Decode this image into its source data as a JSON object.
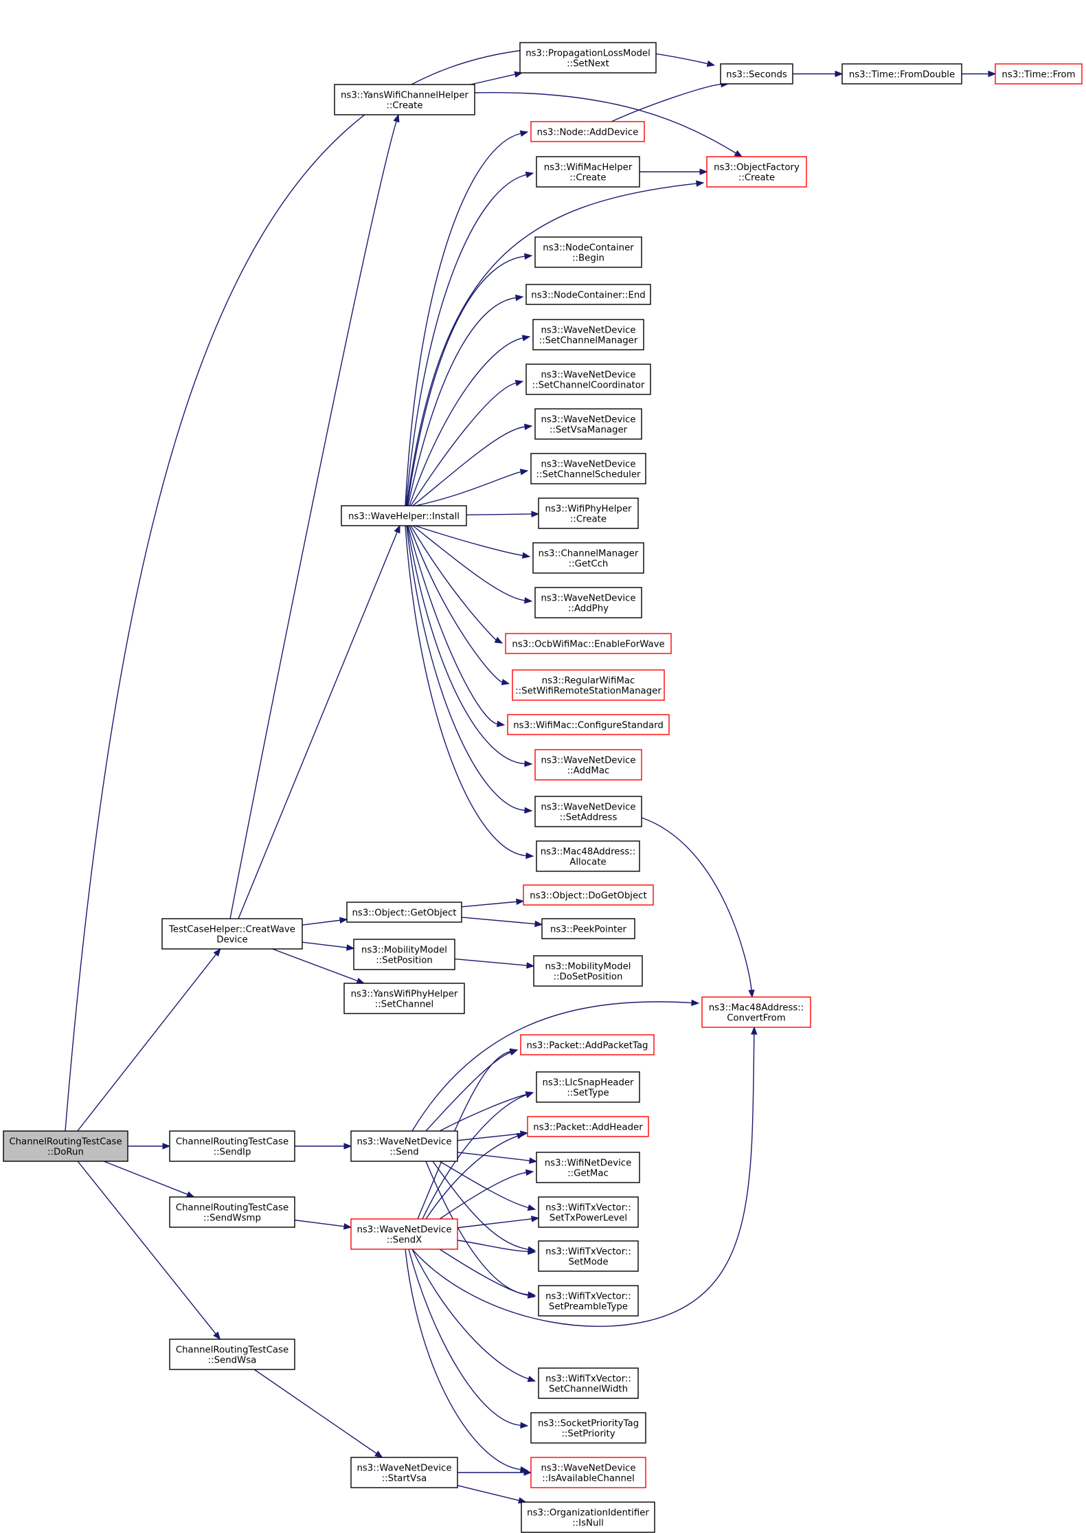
{
  "colors": {
    "edge": "#191970",
    "border_default": "#000000",
    "border_truncated": "#ff0000",
    "fill_default": "#ffffff",
    "fill_root": "#bfbfbf"
  },
  "nodes": [
    {
      "id": "n0",
      "lines": [
        "ChannelRoutingTestCase",
        "::DoRun"
      ],
      "style": "root"
    },
    {
      "id": "n1",
      "lines": [
        "ns3::Seconds"
      ],
      "style": "default"
    },
    {
      "id": "n2",
      "lines": [
        "TestCaseHelper::CreatWave",
        "Device"
      ],
      "style": "default"
    },
    {
      "id": "n3",
      "lines": [
        "ChannelRoutingTestCase",
        "::SendIp"
      ],
      "style": "default"
    },
    {
      "id": "n4",
      "lines": [
        "ChannelRoutingTestCase",
        "::SendWsmp"
      ],
      "style": "default"
    },
    {
      "id": "n5",
      "lines": [
        "ChannelRoutingTestCase",
        "::SendWsa"
      ],
      "style": "default"
    },
    {
      "id": "n6",
      "lines": [
        "ns3::Time::FromDouble"
      ],
      "style": "default"
    },
    {
      "id": "n7",
      "lines": [
        "ns3::Time::From"
      ],
      "style": "truncated"
    },
    {
      "id": "n8",
      "lines": [
        "ns3::YansWifiChannelHelper",
        "::Create"
      ],
      "style": "default"
    },
    {
      "id": "n9",
      "lines": [
        "ns3::WaveHelper::Install"
      ],
      "style": "default"
    },
    {
      "id": "n10",
      "lines": [
        "ns3::Object::GetObject"
      ],
      "style": "default"
    },
    {
      "id": "n11",
      "lines": [
        "ns3::MobilityModel",
        "::SetPosition"
      ],
      "style": "default"
    },
    {
      "id": "n12",
      "lines": [
        "ns3::YansWifiPhyHelper",
        "::SetChannel"
      ],
      "style": "default"
    },
    {
      "id": "n13",
      "lines": [
        "ns3::PropagationLossModel",
        "::SetNext"
      ],
      "style": "default"
    },
    {
      "id": "n14",
      "lines": [
        "ns3::ObjectFactory",
        "::Create"
      ],
      "style": "truncated"
    },
    {
      "id": "n15",
      "lines": [
        "ns3::Node::AddDevice"
      ],
      "style": "truncated"
    },
    {
      "id": "n16",
      "lines": [
        "ns3::WifiMacHelper",
        "::Create"
      ],
      "style": "default"
    },
    {
      "id": "n17",
      "lines": [
        "ns3::NodeContainer",
        "::Begin"
      ],
      "style": "default"
    },
    {
      "id": "n18",
      "lines": [
        "ns3::NodeContainer::End"
      ],
      "style": "default"
    },
    {
      "id": "n19",
      "lines": [
        "ns3::WaveNetDevice",
        "::SetChannelManager"
      ],
      "style": "default"
    },
    {
      "id": "n20",
      "lines": [
        "ns3::WaveNetDevice",
        "::SetChannelCoordinator"
      ],
      "style": "default"
    },
    {
      "id": "n21",
      "lines": [
        "ns3::WaveNetDevice",
        "::SetVsaManager"
      ],
      "style": "default"
    },
    {
      "id": "n22",
      "lines": [
        "ns3::WaveNetDevice",
        "::SetChannelScheduler"
      ],
      "style": "default"
    },
    {
      "id": "n23",
      "lines": [
        "ns3::WifiPhyHelper",
        "::Create"
      ],
      "style": "default"
    },
    {
      "id": "n24",
      "lines": [
        "ns3::ChannelManager",
        "::GetCch"
      ],
      "style": "default"
    },
    {
      "id": "n25",
      "lines": [
        "ns3::WaveNetDevice",
        "::AddPhy"
      ],
      "style": "default"
    },
    {
      "id": "n26",
      "lines": [
        "ns3::OcbWifiMac::EnableForWave"
      ],
      "style": "truncated"
    },
    {
      "id": "n27",
      "lines": [
        "ns3::RegularWifiMac",
        "::SetWifiRemoteStationManager"
      ],
      "style": "truncated"
    },
    {
      "id": "n28",
      "lines": [
        "ns3::WifiMac::ConfigureStandard"
      ],
      "style": "truncated"
    },
    {
      "id": "n29",
      "lines": [
        "ns3::WaveNetDevice",
        "::AddMac"
      ],
      "style": "truncated"
    },
    {
      "id": "n30",
      "lines": [
        "ns3::WaveNetDevice",
        "::SetAddress"
      ],
      "style": "default"
    },
    {
      "id": "n31",
      "lines": [
        "ns3::Mac48Address::",
        "Allocate"
      ],
      "style": "default"
    },
    {
      "id": "n32",
      "lines": [
        "ns3::Mac48Address::",
        "ConvertFrom"
      ],
      "style": "truncated"
    },
    {
      "id": "n33",
      "lines": [
        "ns3::Object::DoGetObject"
      ],
      "style": "truncated"
    },
    {
      "id": "n34",
      "lines": [
        "ns3::PeekPointer"
      ],
      "style": "default"
    },
    {
      "id": "n35",
      "lines": [
        "ns3::MobilityModel",
        "::DoSetPosition"
      ],
      "style": "default"
    },
    {
      "id": "n36",
      "lines": [
        "ns3::WaveNetDevice",
        "::Send"
      ],
      "style": "default"
    },
    {
      "id": "n37",
      "lines": [
        "ns3::Packet::AddPacketTag"
      ],
      "style": "truncated"
    },
    {
      "id": "n38",
      "lines": [
        "ns3::LlcSnapHeader",
        "::SetType"
      ],
      "style": "default"
    },
    {
      "id": "n39",
      "lines": [
        "ns3::Packet::AddHeader"
      ],
      "style": "truncated"
    },
    {
      "id": "n40",
      "lines": [
        "ns3::WifiNetDevice",
        "::GetMac"
      ],
      "style": "default"
    },
    {
      "id": "n41",
      "lines": [
        "ns3::WifiTxVector::",
        "SetTxPowerLevel"
      ],
      "style": "default"
    },
    {
      "id": "n42",
      "lines": [
        "ns3::WaveNetDevice",
        "::SendX"
      ],
      "style": "truncated"
    },
    {
      "id": "n43",
      "lines": [
        "ns3::WifiTxVector::",
        "SetMode"
      ],
      "style": "default"
    },
    {
      "id": "n44",
      "lines": [
        "ns3::WifiTxVector::",
        "SetPreambleType"
      ],
      "style": "default"
    },
    {
      "id": "n45",
      "lines": [
        "ns3::WifiTxVector::",
        "SetChannelWidth"
      ],
      "style": "default"
    },
    {
      "id": "n46",
      "lines": [
        "ns3::SocketPriorityTag",
        "::SetPriority"
      ],
      "style": "default"
    },
    {
      "id": "n47",
      "lines": [
        "ns3::WaveNetDevice",
        "::IsAvailableChannel"
      ],
      "style": "truncated"
    },
    {
      "id": "n48",
      "lines": [
        "ns3::WaveNetDevice",
        "::StartVsa"
      ],
      "style": "default"
    },
    {
      "id": "n49",
      "lines": [
        "ns3::OrganizationIdentifier",
        "::IsNull"
      ],
      "style": "default"
    }
  ],
  "edges": [
    {
      "from": "n0",
      "to": "n1"
    },
    {
      "from": "n0",
      "to": "n2"
    },
    {
      "from": "n0",
      "to": "n3"
    },
    {
      "from": "n0",
      "to": "n4"
    },
    {
      "from": "n0",
      "to": "n5"
    },
    {
      "from": "n1",
      "to": "n6"
    },
    {
      "from": "n6",
      "to": "n7"
    },
    {
      "from": "n2",
      "to": "n8"
    },
    {
      "from": "n2",
      "to": "n9"
    },
    {
      "from": "n2",
      "to": "n10"
    },
    {
      "from": "n2",
      "to": "n11"
    },
    {
      "from": "n2",
      "to": "n12"
    },
    {
      "from": "n8",
      "to": "n13"
    },
    {
      "from": "n8",
      "to": "n14"
    },
    {
      "from": "n9",
      "to": "n15"
    },
    {
      "from": "n9",
      "to": "n16"
    },
    {
      "from": "n9",
      "to": "n14"
    },
    {
      "from": "n9",
      "to": "n17"
    },
    {
      "from": "n9",
      "to": "n18"
    },
    {
      "from": "n9",
      "to": "n19"
    },
    {
      "from": "n9",
      "to": "n20"
    },
    {
      "from": "n9",
      "to": "n21"
    },
    {
      "from": "n9",
      "to": "n22"
    },
    {
      "from": "n9",
      "to": "n23"
    },
    {
      "from": "n9",
      "to": "n24"
    },
    {
      "from": "n9",
      "to": "n25"
    },
    {
      "from": "n9",
      "to": "n26"
    },
    {
      "from": "n9",
      "to": "n27"
    },
    {
      "from": "n9",
      "to": "n28"
    },
    {
      "from": "n9",
      "to": "n29"
    },
    {
      "from": "n9",
      "to": "n30"
    },
    {
      "from": "n9",
      "to": "n31"
    },
    {
      "from": "n15",
      "to": "n1"
    },
    {
      "from": "n16",
      "to": "n14"
    },
    {
      "from": "n30",
      "to": "n32"
    },
    {
      "from": "n10",
      "to": "n33"
    },
    {
      "from": "n10",
      "to": "n34"
    },
    {
      "from": "n11",
      "to": "n35"
    },
    {
      "from": "n3",
      "to": "n36"
    },
    {
      "from": "n4",
      "to": "n42"
    },
    {
      "from": "n5",
      "to": "n48"
    },
    {
      "from": "n36",
      "to": "n32"
    },
    {
      "from": "n36",
      "to": "n37"
    },
    {
      "from": "n36",
      "to": "n38"
    },
    {
      "from": "n36",
      "to": "n39"
    },
    {
      "from": "n36",
      "to": "n40"
    },
    {
      "from": "n36",
      "to": "n41"
    },
    {
      "from": "n36",
      "to": "n43"
    },
    {
      "from": "n36",
      "to": "n44"
    },
    {
      "from": "n42",
      "to": "n37"
    },
    {
      "from": "n42",
      "to": "n38"
    },
    {
      "from": "n42",
      "to": "n39"
    },
    {
      "from": "n42",
      "to": "n40"
    },
    {
      "from": "n42",
      "to": "n41"
    },
    {
      "from": "n42",
      "to": "n43"
    },
    {
      "from": "n42",
      "to": "n44"
    },
    {
      "from": "n42",
      "to": "n32"
    },
    {
      "from": "n42",
      "to": "n45"
    },
    {
      "from": "n42",
      "to": "n46"
    },
    {
      "from": "n42",
      "to": "n47"
    },
    {
      "from": "n48",
      "to": "n47"
    },
    {
      "from": "n48",
      "to": "n49"
    }
  ]
}
